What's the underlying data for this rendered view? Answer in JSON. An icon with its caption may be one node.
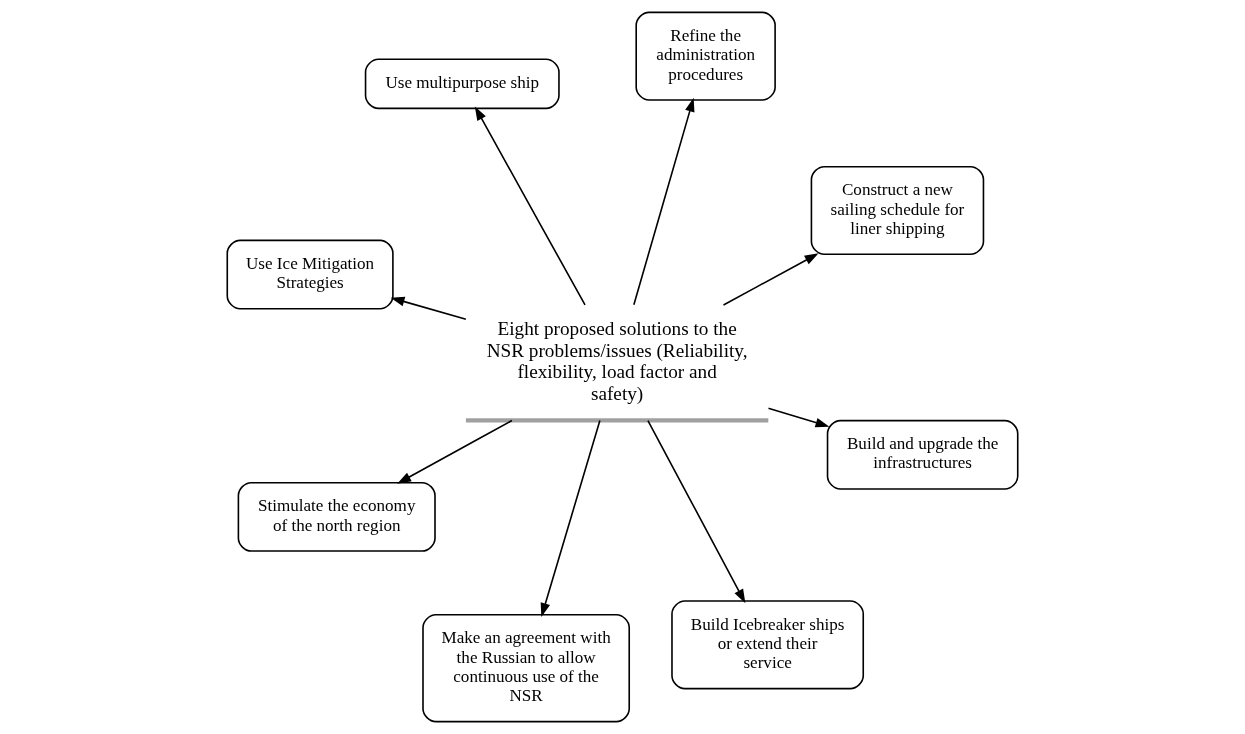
{
  "diagram": {
    "nodes": [
      {
        "text": [
          "Use Ice Mitigation Strategies"
        ]
      },
      {
        "text": [
          "Construct a new sailing schedule for liner shipping"
        ]
      },
      {
        "text": [
          "Build Icebreaker ships or extend their service"
        ]
      },
      {
        "text": [
          "Refine the administration procedures"
        ]
      },
      {
        "text": [
          "Eight proposed solutions to the NSR problems/issues (Reliability, flexibility, load factor and safety)"
        ]
      },
      {
        "text": [
          "Use multipurpose ship"
        ]
      },
      {
        "text": [
          "Stimulate the economy of the north region"
        ]
      },
      {
        "text": [
          "Build and upgrade the infrastructures"
        ]
      },
      {
        "text": [
          "Make an agreement with the Russian to allow continuous use of the NSR"
        ]
      }
    ],
    "edges": [
      {
        "from": 4,
        "to": 0,
        "arrow": "to"
      },
      {
        "from": 4,
        "to": 1,
        "arrow": "to"
      },
      {
        "from": 4,
        "to": 2,
        "arrow": "to"
      },
      {
        "from": 4,
        "to": 3,
        "arrow": "to"
      },
      {
        "from": 4,
        "to": 5,
        "arrow": "to"
      },
      {
        "from": 4,
        "to": 6,
        "arrow": "to"
      },
      {
        "from": 4,
        "to": 7,
        "arrow": "to"
      },
      {
        "from": 4,
        "to": 8,
        "arrow": "to"
      }
    ]
  }
}
